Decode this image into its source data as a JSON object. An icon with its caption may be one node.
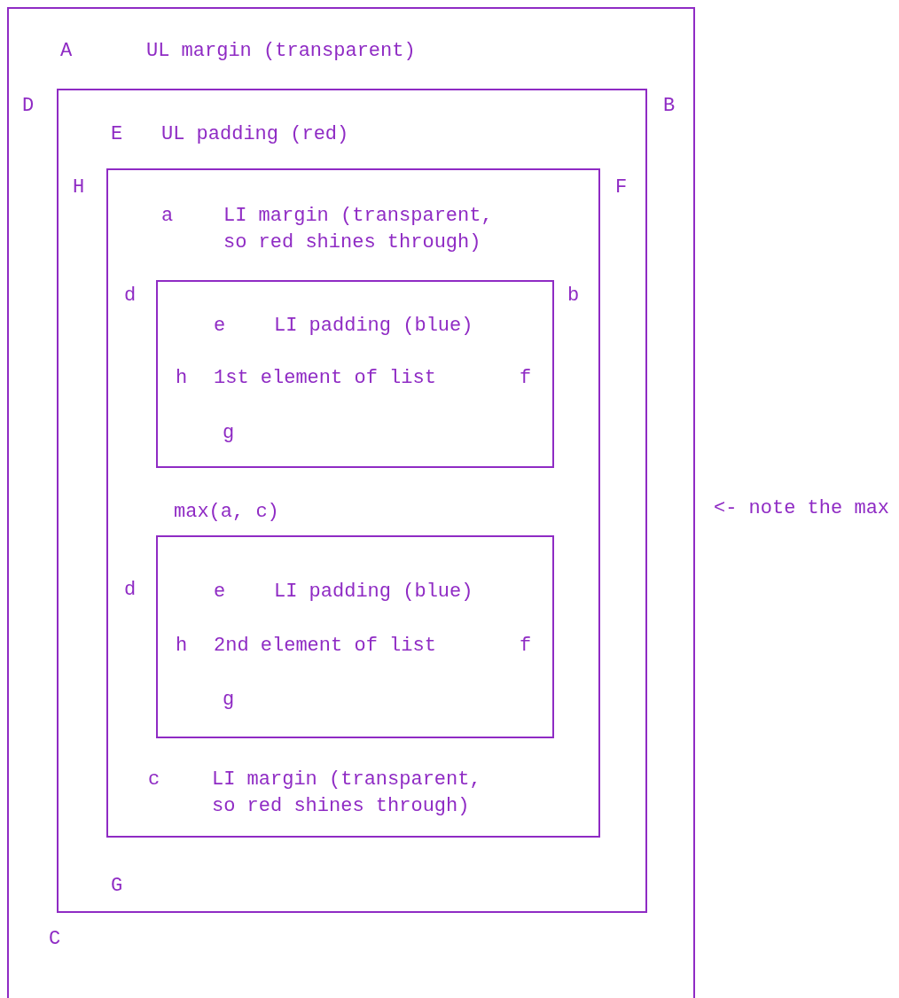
{
  "diagram": {
    "nodes": [
      {
        "text": [
          "A",
          "UL margin (transparent)",
          "D",
          "B",
          "C"
        ]
      },
      {
        "text": [
          "E",
          "UL padding (red)",
          "H",
          "F",
          "G"
        ],
        "in": 0
      },
      {
        "text": [
          "a",
          "LI margin (transparent, so red shines through)",
          "d",
          "b",
          "max(a, c)",
          "d",
          "c",
          "LI margin (transparent, so red shines through)"
        ],
        "in": 1
      },
      {
        "text": [
          "e",
          "LI padding (blue)",
          "h",
          "1st element of list",
          "f",
          "g"
        ],
        "in": 2
      },
      {
        "text": [
          "e",
          "LI padding (blue)",
          "h",
          "2nd element of list",
          "f",
          "g"
        ],
        "in": 2
      }
    ],
    "labels": [
      "<- note the max"
    ]
  }
}
